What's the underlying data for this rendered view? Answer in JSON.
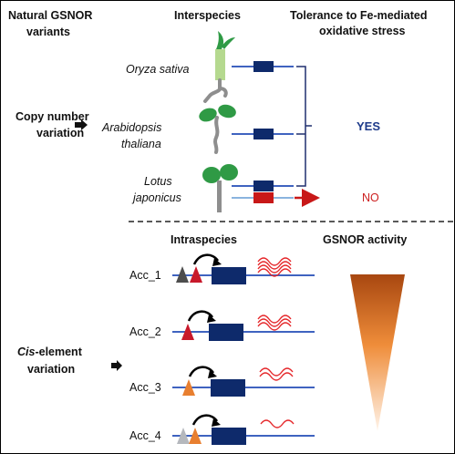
{
  "headers": {
    "natural_variants": [
      "Natural GSNOR",
      "variants"
    ],
    "interspecies": "Interspecies",
    "tolerance": [
      "Tolerance to Fe-mediated",
      "oxidative stress"
    ],
    "intraspecies": "Intraspecies",
    "gsnor_activity": "GSNOR activity"
  },
  "copy_number": [
    "Copy number",
    "variation"
  ],
  "cis_element": {
    "italic": "Cis",
    "rest": "-element",
    "line2": "variation"
  },
  "species": [
    {
      "lines": [
        "Oryza sativa"
      ]
    },
    {
      "lines": [
        "Arabidopsis",
        "thaliana"
      ]
    },
    {
      "lines": [
        "Lotus",
        "japonicus"
      ]
    }
  ],
  "outcomes": {
    "yes": "YES",
    "no": "NO"
  },
  "accessions": [
    "Acc_1",
    "Acc_2",
    "Acc_3",
    "Acc_4"
  ],
  "colors": {
    "gene_box": "#0e2a6b",
    "gene_line": "#3f63c0",
    "bracket": "#1f2f6e",
    "yes": "#1d3a8a",
    "no_text": "#cc1f1f",
    "no_box": "#c81818",
    "no_line": "#8ab4df",
    "red_element": "#c8192b",
    "dark_element": "#4d4d4d",
    "orange_element": "#e87f30",
    "light_element": "#b5b8bd",
    "wave": "#e52629",
    "triangle_top": "#a84710",
    "triangle_bottom": "#fff4ea",
    "plant_green": "#2f9a45",
    "stem_light": "#b5d98f",
    "root_gray": "#8e8e8e"
  }
}
